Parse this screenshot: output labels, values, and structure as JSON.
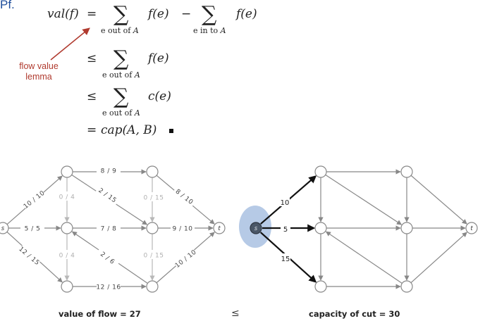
{
  "pf_label": "Pf.",
  "proof": {
    "line1": {
      "lhs": "val(f)",
      "rel": "=",
      "sum1_term": "f(e)",
      "sum1_sub_a": "e out of ",
      "sum1_sub_b": "A",
      "minus": "−",
      "sum2_term": "f(e)",
      "sum2_sub_a": "e in to ",
      "sum2_sub_b": "A"
    },
    "line2": {
      "rel": "≤",
      "term": "f(e)",
      "sub_a": "e out of ",
      "sub_b": "A"
    },
    "line3": {
      "rel": "≤",
      "term": "c(e)",
      "sub_a": "e out of ",
      "sub_b": "A"
    },
    "line4": {
      "rel": "=",
      "expr": "cap(A, B)"
    }
  },
  "annotation": {
    "line1": "flow value",
    "line2": "lemma"
  },
  "flow_graph": {
    "nodes": [
      {
        "id": "s",
        "label": "s"
      },
      {
        "id": "n1",
        "label": ""
      },
      {
        "id": "n2",
        "label": ""
      },
      {
        "id": "n3",
        "label": ""
      },
      {
        "id": "n4",
        "label": ""
      },
      {
        "id": "n5",
        "label": ""
      },
      {
        "id": "n6",
        "label": ""
      },
      {
        "id": "t",
        "label": "t"
      }
    ],
    "edges": [
      {
        "from": "s",
        "to": "n1",
        "label": "10 / 10",
        "active": true
      },
      {
        "from": "s",
        "to": "n2",
        "label": "5 / 5",
        "active": true
      },
      {
        "from": "s",
        "to": "n3",
        "label": "12 / 15",
        "active": true
      },
      {
        "from": "n1",
        "to": "n4",
        "label": "8 / 9",
        "active": true
      },
      {
        "from": "n1",
        "to": "n5",
        "label": "2 / 15",
        "active": true
      },
      {
        "from": "n1",
        "to": "n2",
        "label": "0 / 4",
        "active": false
      },
      {
        "from": "n2",
        "to": "n3",
        "label": "0 / 4",
        "active": false
      },
      {
        "from": "n2",
        "to": "n5",
        "label": "7 / 8",
        "active": true
      },
      {
        "from": "n3",
        "to": "n6",
        "label": "12 / 16",
        "active": true
      },
      {
        "from": "n6",
        "to": "n2",
        "label": "2 / 6",
        "active": true
      },
      {
        "from": "n4",
        "to": "n5",
        "label": "0 / 15",
        "active": false
      },
      {
        "from": "n5",
        "to": "n6",
        "label": "0 / 15",
        "active": false
      },
      {
        "from": "n4",
        "to": "t",
        "label": "8 / 10",
        "active": true
      },
      {
        "from": "n5",
        "to": "t",
        "label": "9 / 10",
        "active": true
      },
      {
        "from": "n6",
        "to": "t",
        "label": "10 / 10",
        "active": true
      }
    ]
  },
  "cut_graph": {
    "source_label": "s",
    "sink_label": "t",
    "cut_edges": [
      {
        "to": "n1",
        "label": "10"
      },
      {
        "to": "n2",
        "label": "5"
      },
      {
        "to": "n3",
        "label": "15"
      }
    ]
  },
  "captions": {
    "left": "value of flow = 27",
    "middle": "≤",
    "right": "capacity of cut = 30"
  },
  "colors": {
    "title": "#1f4e9c",
    "annotation": "#b03a2e",
    "edge": "#888888",
    "edge_faded": "#b8b8b8",
    "cut_region": "#a9c1e2",
    "source_fill": "#4a5768"
  }
}
